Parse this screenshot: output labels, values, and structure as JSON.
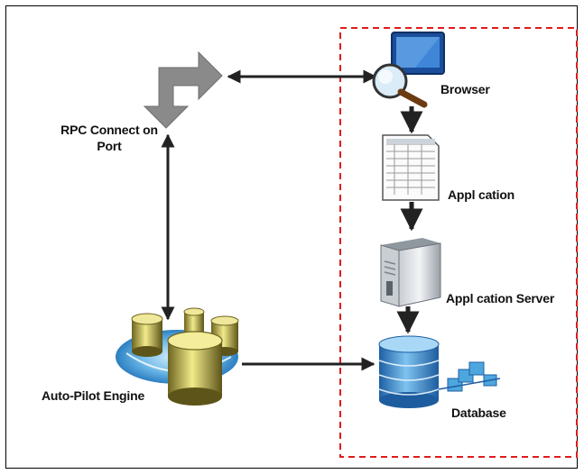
{
  "labels": {
    "rpc_line1": "RPC Connect on",
    "rpc_line2": "Port",
    "browser": "Browser",
    "application": "Appl cation",
    "app_server": "Appl cation Server",
    "database": "Database",
    "autopilot": "Auto-Pilot Engine"
  },
  "icons": {
    "rpc": "turn-arrow-icon",
    "browser": "browser-magnifier-icon",
    "application": "spreadsheet-document-icon",
    "app_server": "server-tower-icon",
    "database": "database-cylinder-icon",
    "autopilot": "database-cluster-icon"
  },
  "colors": {
    "frame": "#000000",
    "dashed_box": "#e01b1b",
    "arrow": "#222222",
    "rpc_arrow": "#8a8a8a",
    "database_blue": "#3a8fd0",
    "engine_gold": "#d8c84a",
    "engine_pool": "#4ea6df"
  }
}
